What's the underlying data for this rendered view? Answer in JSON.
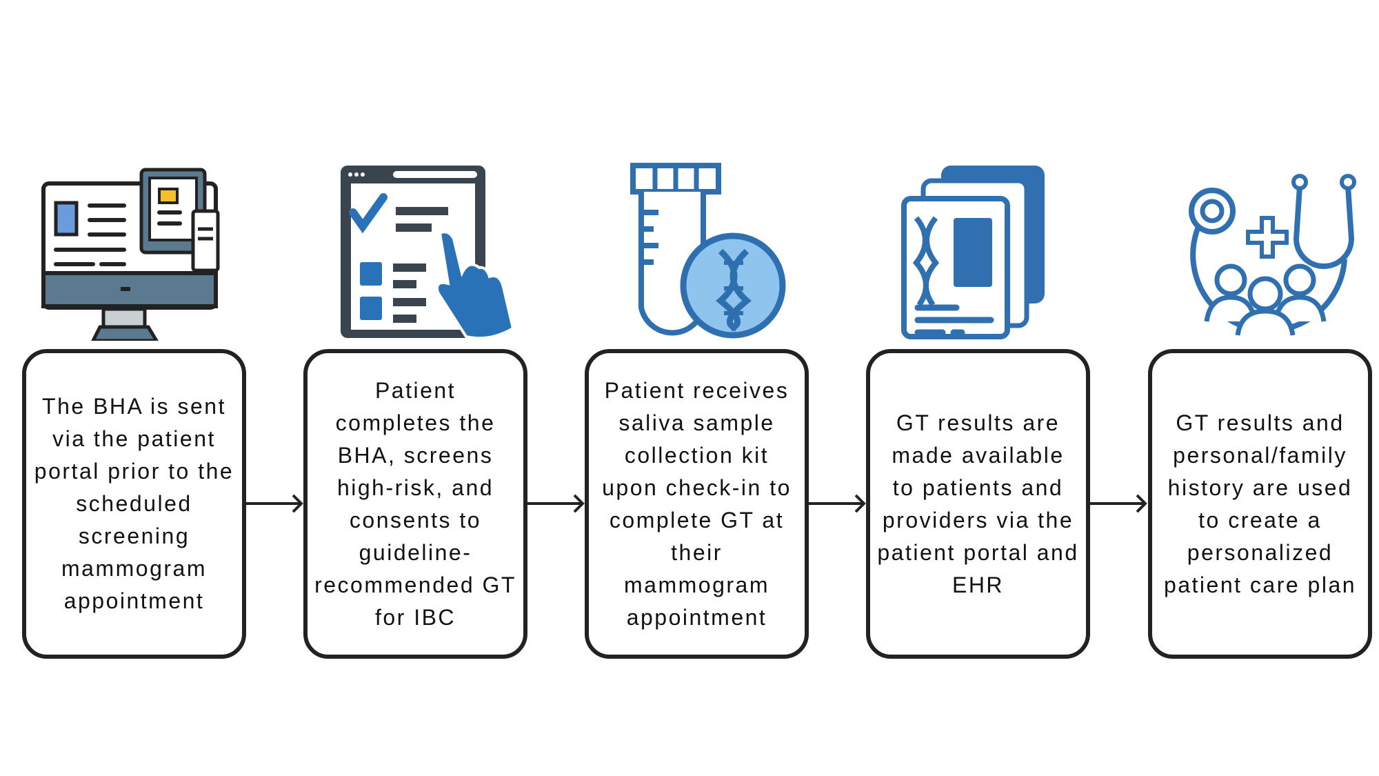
{
  "steps": [
    {
      "text": "The BHA is sent via the patient portal prior to the scheduled screening mammogram appointment",
      "icon": "computer-devices-icon"
    },
    {
      "text": "Patient completes the BHA, screens high-risk, and consents to guideline-recommended GT for IBC",
      "icon": "checklist-touch-icon"
    },
    {
      "text": "Patient receives saliva sample collection kit upon check-in to complete GT at their mammogram appointment",
      "icon": "test-tube-dna-icon"
    },
    {
      "text": "GT results are made available to patients and providers via the patient portal and EHR",
      "icon": "dna-report-icon"
    },
    {
      "text": "GT results and personal/family history are used to create a personalized patient care plan",
      "icon": "patient-care-stethoscope-icon"
    }
  ],
  "colors": {
    "blue": "#3070b0",
    "dark": "#3a444f",
    "light_blue": "#8ec4ee",
    "yellow": "#f5c02a",
    "slate": "#5b7a90"
  }
}
